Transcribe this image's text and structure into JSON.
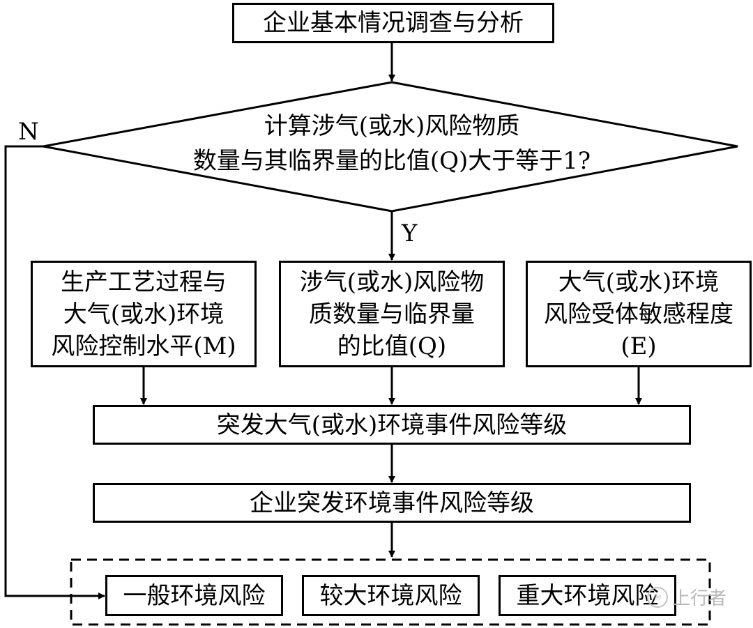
{
  "start": {
    "text": "企业基本情况调查与分析"
  },
  "decision": {
    "line1": "计算涉气(或水)风险物质",
    "line2": "数量与其临界量的比值(Q)大于等于1?"
  },
  "labels": {
    "no": "N",
    "yes": "Y"
  },
  "factors": [
    {
      "lines": [
        "生产工艺过程与",
        "大气(或水)环境",
        "风险控制水平(M)"
      ]
    },
    {
      "lines": [
        "涉气(或水)风险物",
        "质数量与临界量",
        "的比值(Q)"
      ]
    },
    {
      "lines": [
        "大气(或水)环境",
        "风险受体敏感程度",
        "(E)"
      ]
    }
  ],
  "event_level": {
    "text": "突发大气(或水)环境事件风险等级"
  },
  "enterprise_level": {
    "text": "企业突发环境事件风险等级"
  },
  "outcomes": [
    {
      "text": "一般环境风险"
    },
    {
      "text": "较大环境风险"
    },
    {
      "text": "重大环境风险"
    }
  ],
  "watermark": {
    "text": "上行者",
    "icon": "wechat-icon"
  }
}
